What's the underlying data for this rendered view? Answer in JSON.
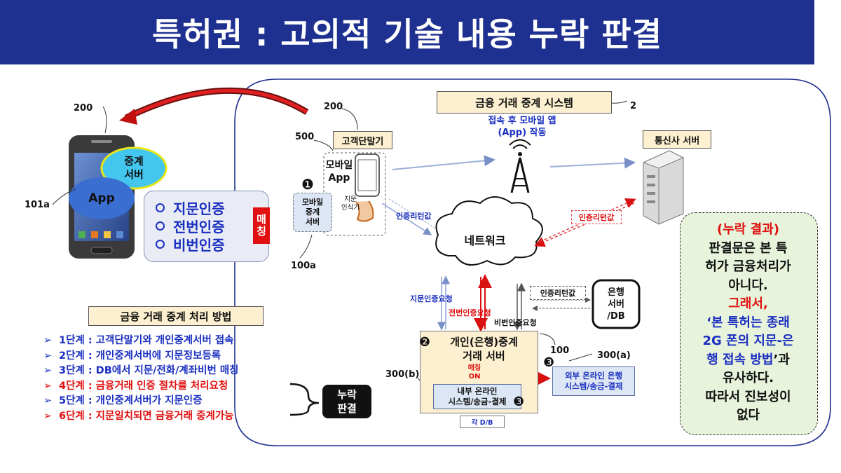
{
  "title": "특허권 : 고의적 기술 내용 누락 판결",
  "labels": {
    "financial_system": "금융 거래 중계 시스템",
    "system_ref": "2",
    "mobile_app_note_1": "접속 후 모바일 앱",
    "mobile_app_note_2": "(App) 작동",
    "customer_terminal": "고객단말기",
    "telecom_server": "통신사 서버",
    "ref_200_left": "200",
    "ref_200_mid": "200",
    "ref_500": "500",
    "ref_101a": "101a",
    "ref_100a": "100a",
    "ref_100": "100",
    "ref_300a": "300(a)",
    "ref_300b": "300(b)",
    "mobile_app_1": "모바일",
    "mobile_app_2": "App",
    "fingerprint_reader_1": "지문",
    "fingerprint_reader_2": "인식기",
    "mobile_relay_1": "모바일",
    "mobile_relay_2": "중계",
    "mobile_relay_3": "서버",
    "network": "네트워크",
    "auth_return_1": "인증리턴값",
    "auth_return_2": "인증리턴값",
    "auth_return_3": "인증리턴값",
    "fp_auth_request": "지문인증요청",
    "phone_auth_request": "전번인증요청",
    "pin_auth_request": "비번인증요청",
    "bank_server_1": "은행",
    "bank_server_2": "서버",
    "bank_server_3": "/DB",
    "personal_relay_1": "개인(은행)중계",
    "personal_relay_2": "거래 서버",
    "matching_on_1": "매칭",
    "matching_on_2": "ON",
    "internal_online_1": "내부 온라인",
    "internal_online_2": "시스템/송금-결제",
    "external_online_1": "외부 온라인 은행",
    "external_online_2": "시스템/송금-결제",
    "each_db": "각  D/B",
    "phone_relay_1": "중계",
    "phone_relay_2": "서버",
    "phone_app": "App",
    "circled_1": "❶",
    "circled_2": "❷",
    "circled_3a": "❸",
    "circled_3b": "❸"
  },
  "auth_box": {
    "items": [
      "지문인증",
      "전번인증",
      "비번인증"
    ],
    "matching": "매칭"
  },
  "method": {
    "title": "금융 거래 중계 처리 방법",
    "steps": [
      {
        "text": "1단계 : 고객단말기와 개인중계서버 접속",
        "color": "#1a2fc0"
      },
      {
        "text": "2단계 : 개인중계서버에 지문정보등록",
        "color": "#1a2fc0"
      },
      {
        "text": "3단계 : DB에서 지문/전화/계좌비번 매칭",
        "color": "#1a2fc0"
      },
      {
        "text": "4단계 : 금융거래 인증 절차를 처리요청",
        "color": "#e01010"
      },
      {
        "text": "5단계 : 개인중계서버가 지문인증",
        "color": "#1a2fc0"
      },
      {
        "text": "6단계 : 지문일치되면 금융거래 중계가능",
        "color": "#e01010"
      }
    ],
    "marker": "➢",
    "omission_1": "누락",
    "omission_2": "판결"
  },
  "result": {
    "heading": "(누락 결과)",
    "line1": "판결문은 본 특",
    "line2": "허가 금융처리가",
    "line3": "아니다.",
    "therefore": "그래서,",
    "quote1": "‘본 특허는 종래",
    "quote2": "2G 폰의 지문-은",
    "quote3a": "행 접속 방법",
    "quote3b": "’과",
    "line4": "유사하다.",
    "line5": "따라서 진보성이",
    "line6": "없다"
  },
  "colors": {
    "title_bg": "#1f3190",
    "blue_text": "#1a2fc0",
    "red_text": "#e01010",
    "result_bg": "#e8f3dc"
  }
}
